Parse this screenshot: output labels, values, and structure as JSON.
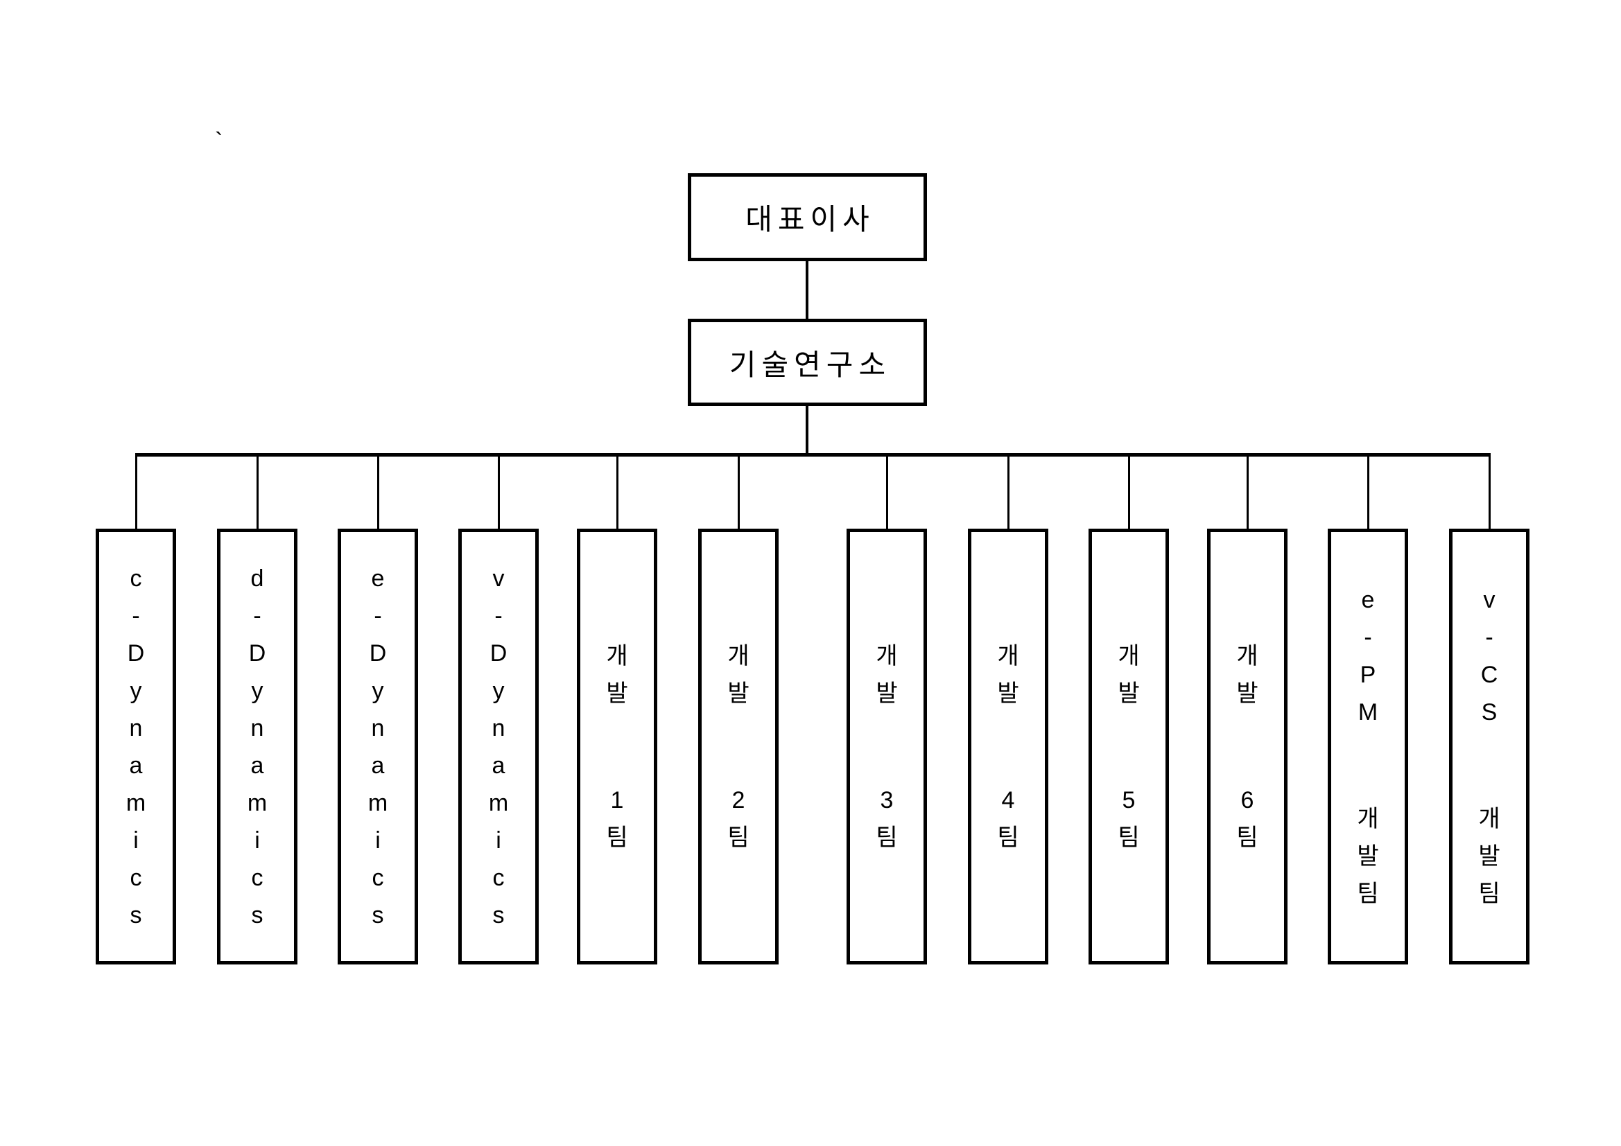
{
  "page": {
    "background_color": "#ffffff",
    "line_color": "#000000",
    "stray_mark": "`"
  },
  "org_chart": {
    "root": {
      "label": "대표이사"
    },
    "division": {
      "label": "기술연구소"
    },
    "teams": [
      {
        "label": "c-Dynamics"
      },
      {
        "label": "d-Dynamics"
      },
      {
        "label": "e-Dynamics"
      },
      {
        "label": "v-Dynamics"
      },
      {
        "label": "개발 1팀"
      },
      {
        "label": "개발 2팀"
      },
      {
        "label": "개발 3팀"
      },
      {
        "label": "개발 4팀"
      },
      {
        "label": "개발 5팀"
      },
      {
        "label": "개발 6팀"
      },
      {
        "label": "e-PM 개발팀"
      },
      {
        "label": "v-CS 개발팀"
      }
    ]
  }
}
